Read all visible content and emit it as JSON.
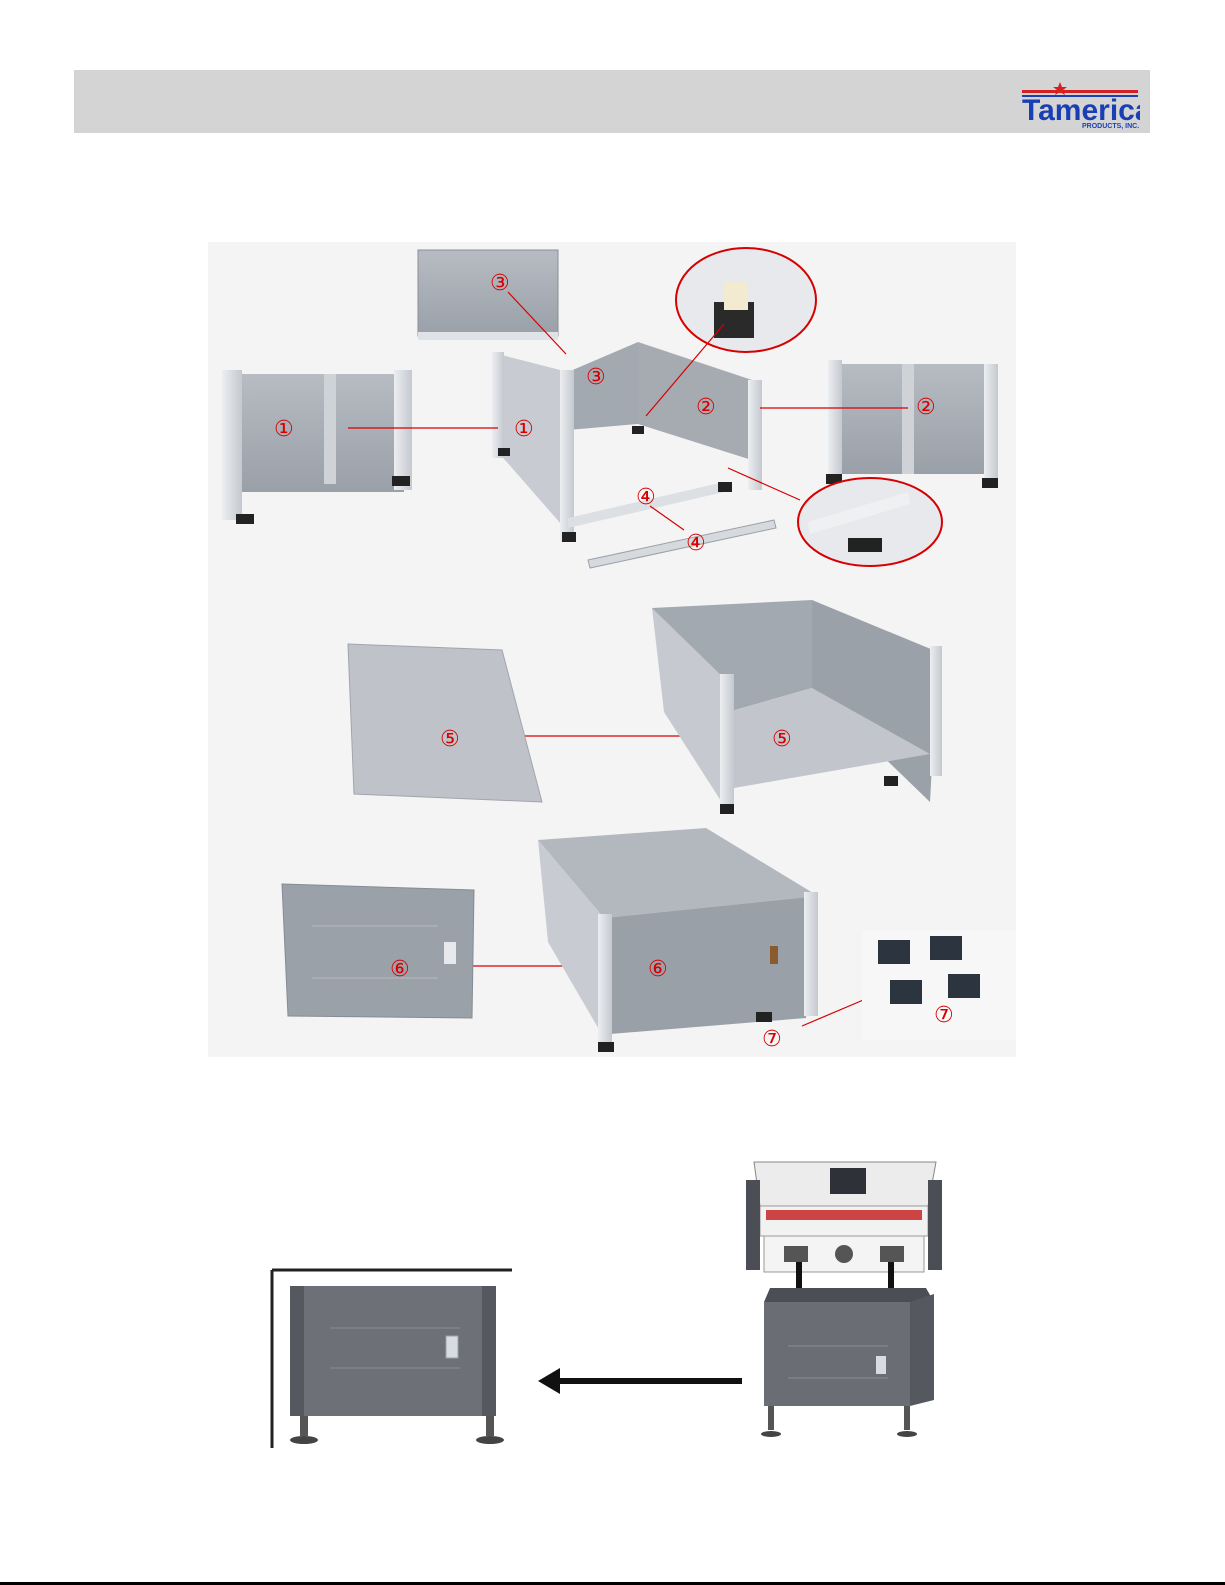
{
  "header": {
    "logo_word": "Tamerica",
    "logo_sub": "PRODUCTS, INC."
  },
  "callouts": {
    "c1": "①",
    "c2": "②",
    "c3": "③",
    "c4": "④",
    "c5": "⑤",
    "c6": "⑥",
    "c7": "⑦"
  },
  "colors": {
    "header_bg": "#d4d4d4",
    "callout_red": "#d60000",
    "logo_blue": "#1a3fb5",
    "logo_red": "#d42020",
    "panel_grey": "#9aa0a8",
    "frame_light": "#d9dde2"
  }
}
